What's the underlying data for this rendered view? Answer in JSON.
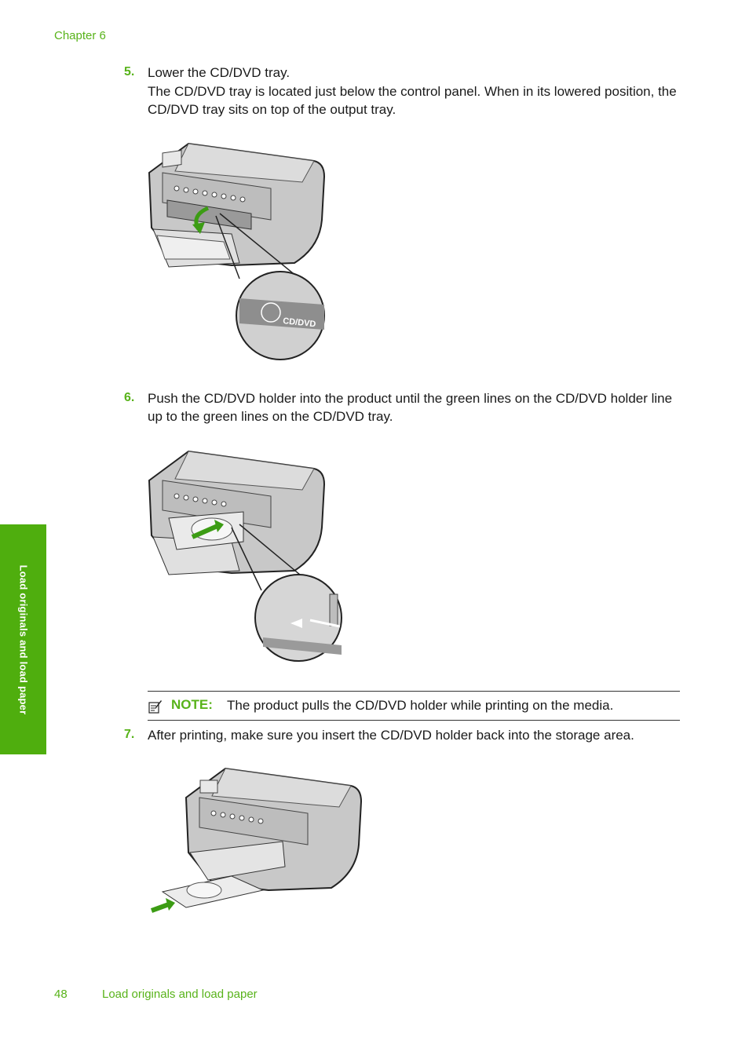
{
  "header": {
    "chapter": "Chapter 6"
  },
  "side_tab": {
    "label": "Load originals and load paper"
  },
  "steps": [
    {
      "number": "5.",
      "title": "Lower the CD/DVD tray.",
      "body": "The CD/DVD tray is located just below the control panel. When in its lowered position, the CD/DVD tray sits on top of the output tray."
    },
    {
      "number": "6.",
      "title": "Push the CD/DVD holder into the product until the green lines on the CD/DVD holder line up to the green lines on the CD/DVD tray."
    },
    {
      "number": "7.",
      "title": "After printing, make sure you insert the CD/DVD holder back into the storage area."
    }
  ],
  "figure1": {
    "callout_label": "CD/DVD"
  },
  "note": {
    "label": "NOTE:",
    "text": "The product pulls the CD/DVD holder while printing on the media."
  },
  "footer": {
    "page_number": "48",
    "section": "Load originals and load paper"
  },
  "colors": {
    "accent_green": "#58b31a",
    "tab_green": "#4fae0e",
    "printer_gray": "#c8c8c8",
    "printer_dark": "#8a8a8a"
  }
}
